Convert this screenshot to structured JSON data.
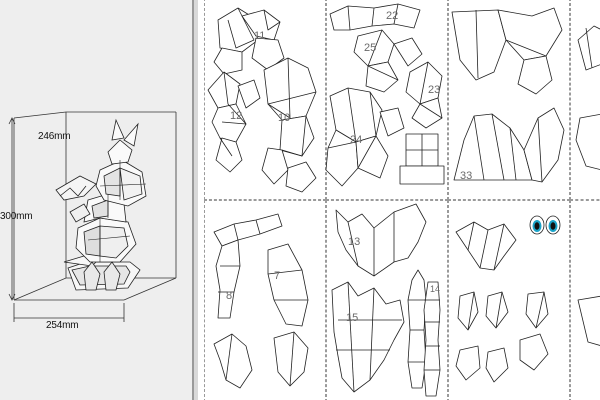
{
  "model_preview": {
    "dimensions": {
      "depth": "246mm",
      "height": "300mm",
      "width": "254mm"
    }
  },
  "sheets": {
    "pieces": [
      {
        "label": "11"
      },
      {
        "label": "22"
      },
      {
        "label": "23"
      },
      {
        "label": "25"
      },
      {
        "label": "12"
      },
      {
        "label": "10"
      },
      {
        "label": "24"
      },
      {
        "label": "33"
      },
      {
        "label": "13"
      },
      {
        "label": "7"
      },
      {
        "label": "8"
      },
      {
        "label": "15"
      },
      {
        "label": "14"
      }
    ]
  },
  "colors": {
    "preview_bg": "#eeeeee",
    "sheet_bg": "#ffffff",
    "line": "#222222",
    "divider": "#9a9a9a",
    "eye_iris": "#1aa3c8"
  }
}
